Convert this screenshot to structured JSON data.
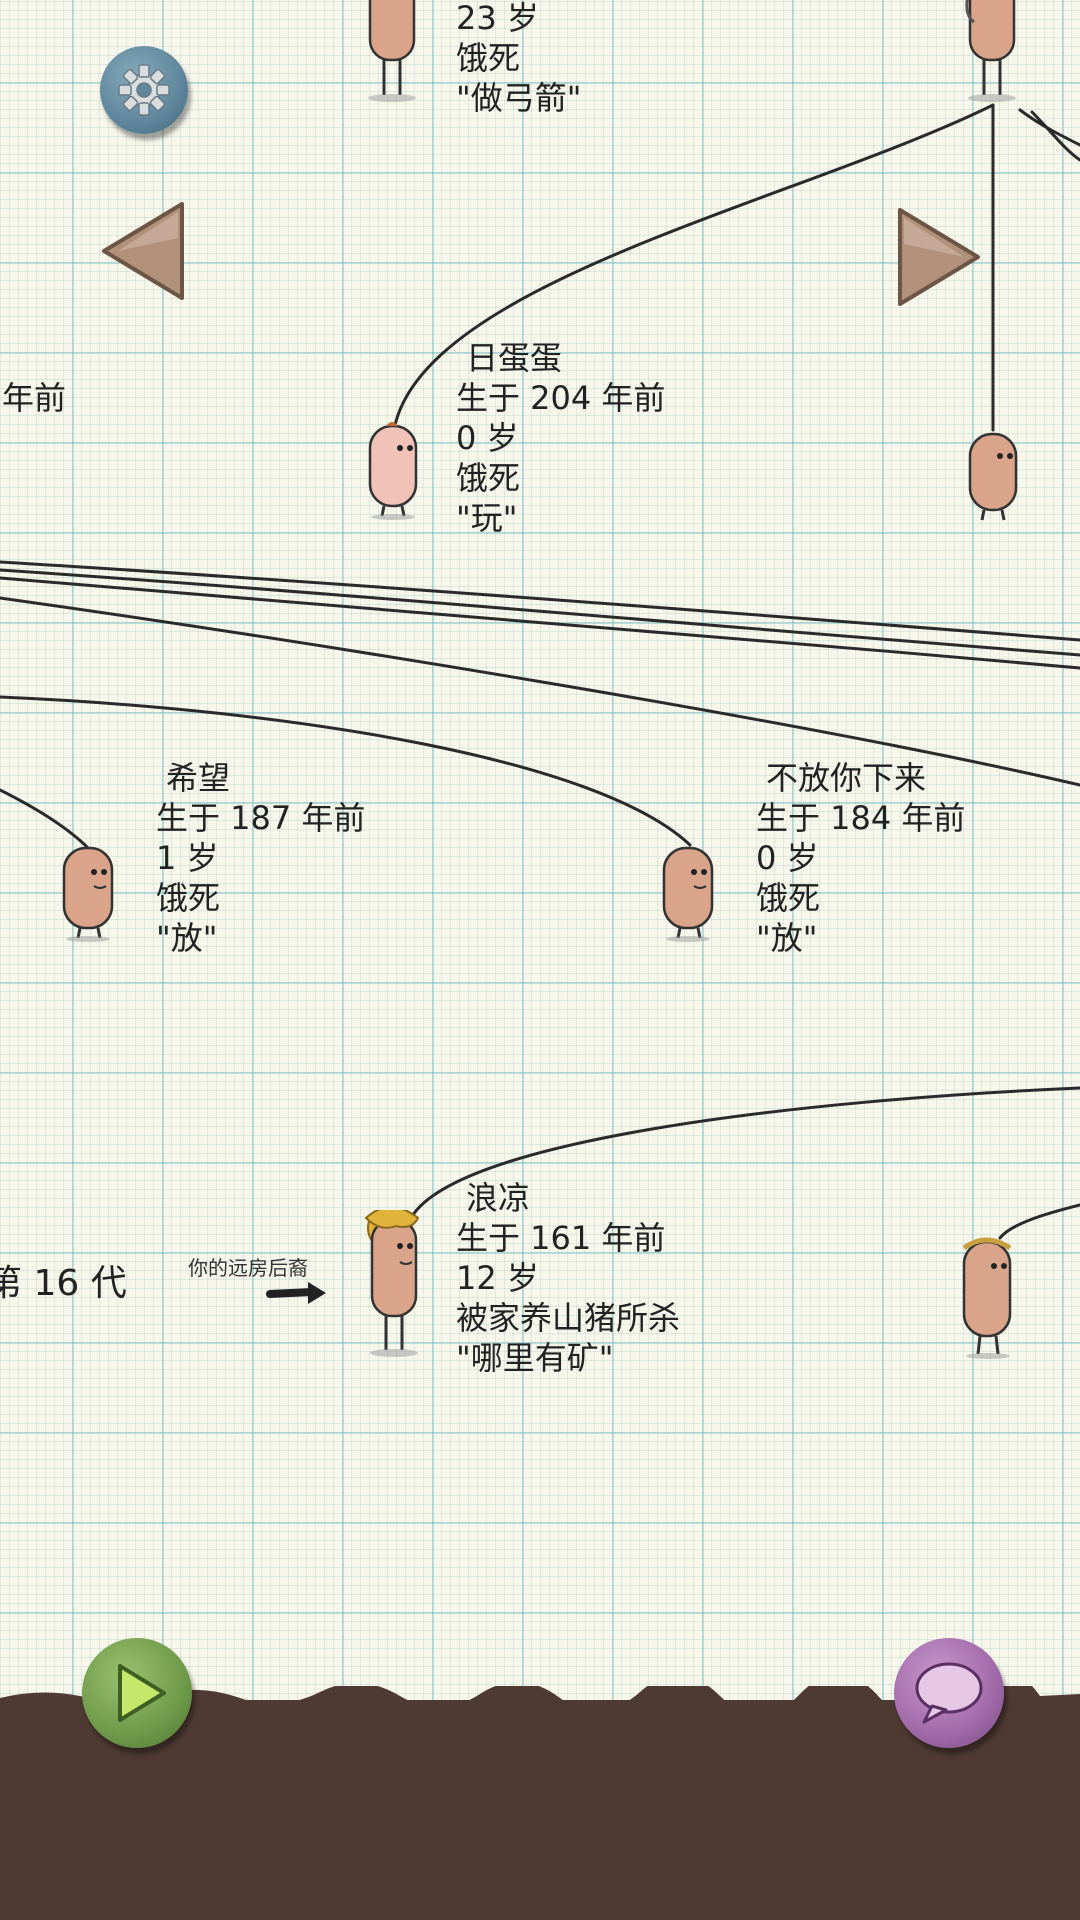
{
  "persons": [
    {
      "id": "top-left",
      "lines": [
        "23 岁",
        "饿死",
        "\"做弓箭\""
      ]
    },
    {
      "id": "baidandan",
      "name": "日蛋蛋",
      "lines": [
        "生于 204 年前",
        "0 岁",
        "饿死",
        "\"玩\""
      ]
    },
    {
      "id": "xiwang",
      "name": "希望",
      "lines": [
        "生于 187 年前",
        "1 岁",
        "饿死",
        "\"放\""
      ]
    },
    {
      "id": "bufang",
      "name": "不放你下来",
      "lines": [
        "生于 184 年前",
        "0 岁",
        "饿死",
        "\"放\""
      ]
    },
    {
      "id": "langliang",
      "name": "浪凉",
      "lines": [
        "生于 161 年前",
        "12 岁",
        "被家养山猪所杀",
        "\"哪里有矿\""
      ]
    }
  ],
  "left_edge_text": "年前",
  "generation_label": "第 16 代",
  "descendant_hint": "你的远房后裔",
  "icons": {
    "settings": "gear-icon",
    "prev": "left-arrow-icon",
    "next": "right-arrow-icon",
    "play": "play-icon",
    "chat": "speech-bubble-icon"
  },
  "colors": {
    "paper": "#f6f6ea",
    "grid": "#78bec3",
    "ground": "#4e3a33",
    "play_button": "#6e9a4a",
    "chat_button": "#a06aa8",
    "settings_button": "#5f869c",
    "arrow_button": "#b2917b"
  }
}
